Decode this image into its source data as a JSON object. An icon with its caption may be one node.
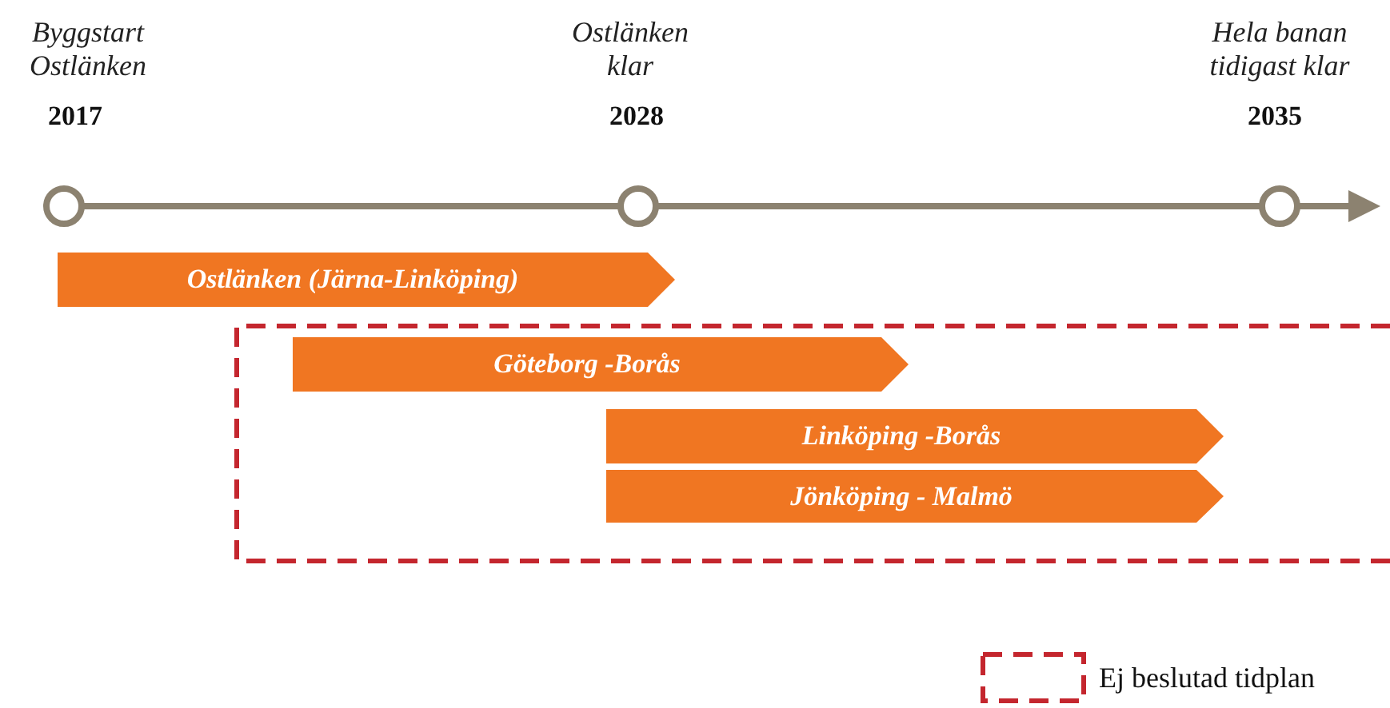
{
  "diagram": {
    "nodes": [
      {
        "text": [],
        "shape": "circle"
      },
      {
        "text": [],
        "shape": "circle"
      },
      {
        "text": [],
        "shape": "circle"
      },
      {
        "text": [
          "Ostlänken (Järna-Linköping)"
        ]
      },
      {
        "text": [],
        "shape": "box"
      },
      {
        "text": [
          "Göteborg -Borås"
        ],
        "in": 4
      },
      {
        "text": [
          "Linköping -Borås"
        ],
        "in": 4
      },
      {
        "text": [
          "Jönköping - Malmö"
        ],
        "in": 4
      }
    ],
    "edges": [
      {
        "from": 0,
        "to": 1,
        "arrow": "none"
      },
      {
        "from": 1,
        "to": 2,
        "arrow": "none"
      },
      {
        "from": 2,
        "to": null,
        "arrow": "to"
      }
    ],
    "labels": [
      "Byggstart Ostlänken",
      "Ostlänken klar",
      "Hela banan tidigast klar",
      "2017",
      "2028",
      "2035"
    ],
    "legend": [
      {
        "text": "Ej beslutad tidplan"
      }
    ]
  }
}
